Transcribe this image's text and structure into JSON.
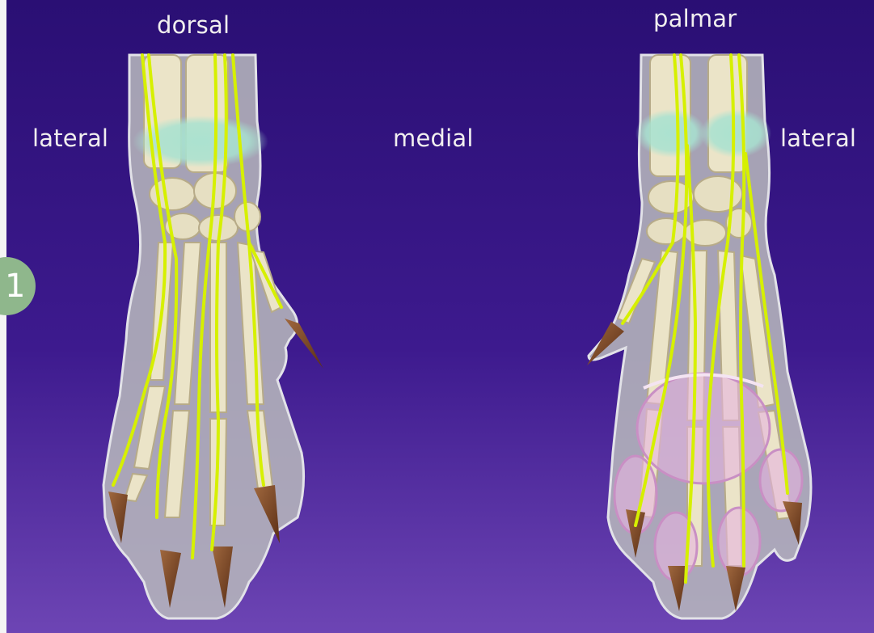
{
  "figure": {
    "labels": {
      "dorsal": "dorsal",
      "palmar": "palmar",
      "lateral_left": "lateral",
      "medial": "medial",
      "lateral_right": "lateral"
    },
    "badge": "1",
    "colors": {
      "background_top": "#2a0f74",
      "background_bottom": "#6d45b4",
      "bone": "#ebe4c8",
      "nerve": "#d6f000",
      "block_site": "#a8e2d0",
      "pad": "#e6b4e0",
      "claw": "#7a4424",
      "silhouette": "#b4b4b8"
    }
  }
}
